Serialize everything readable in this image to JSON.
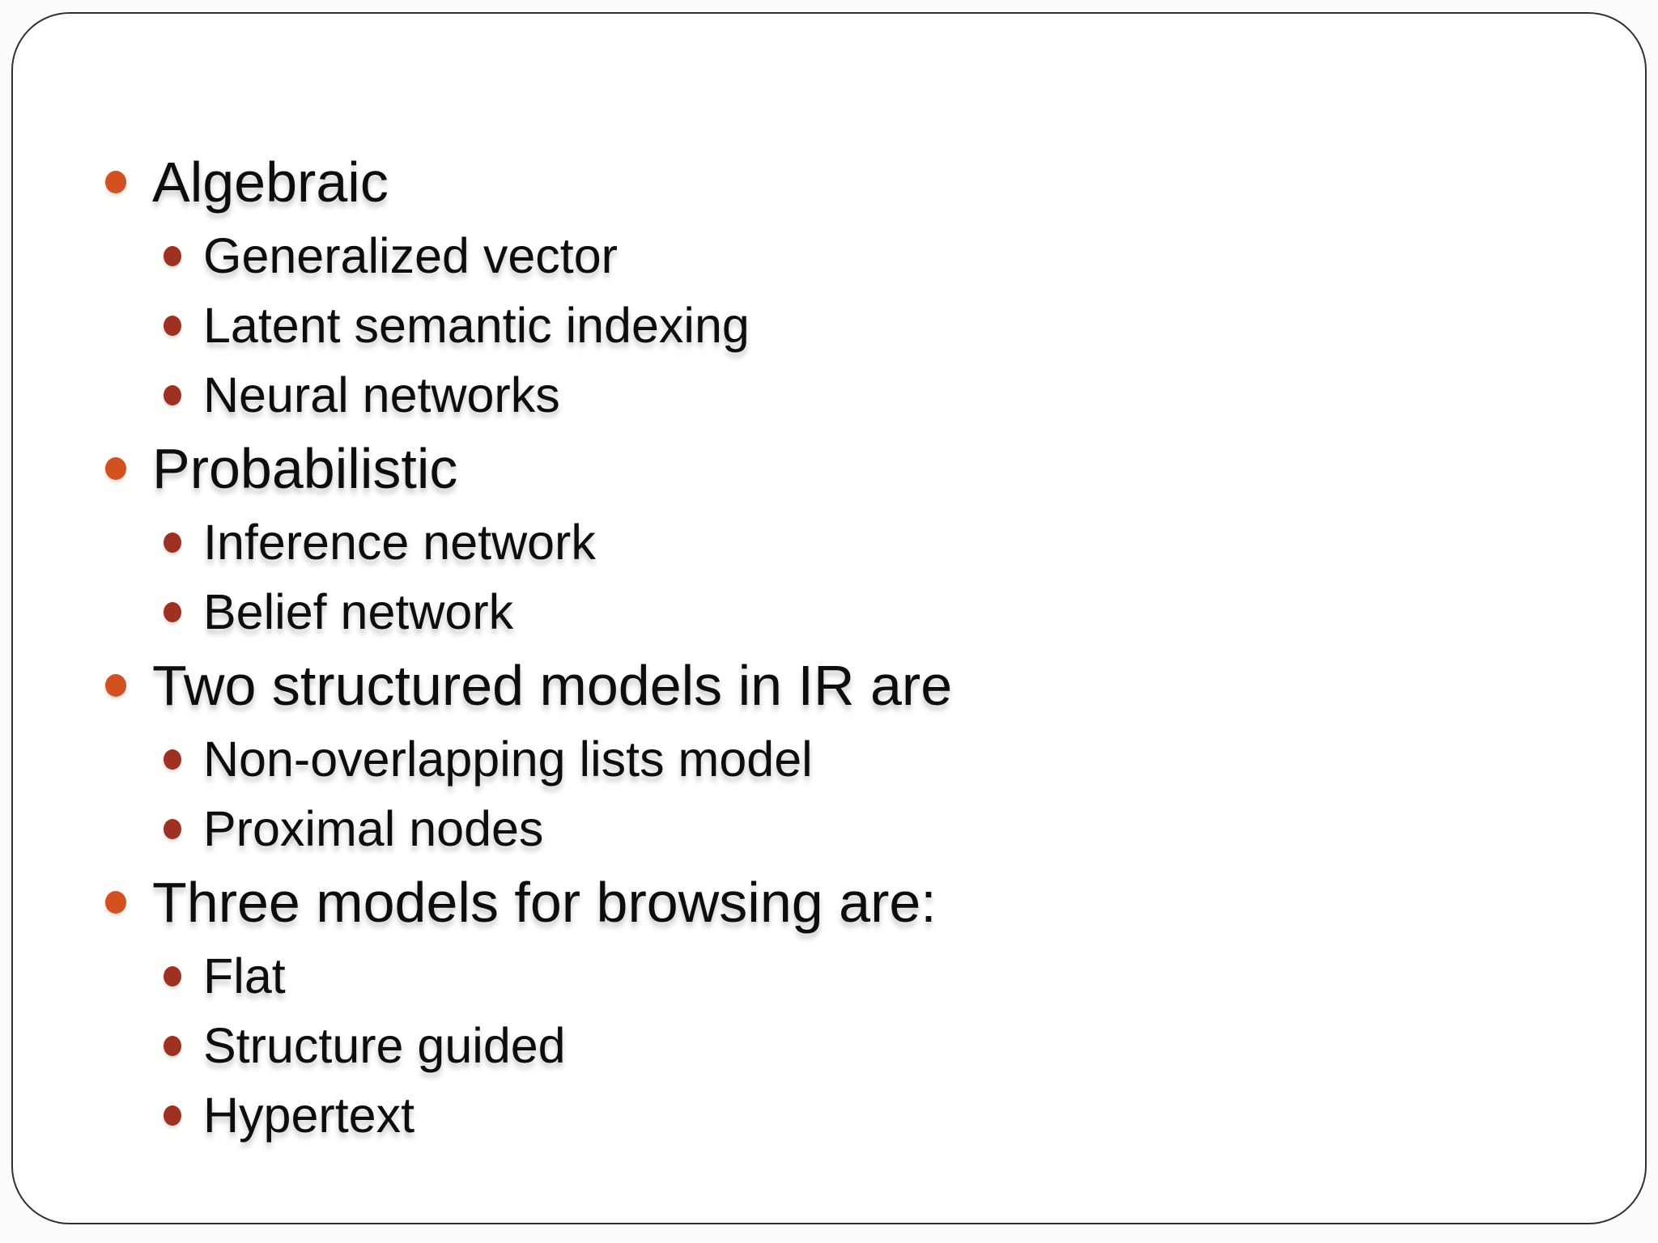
{
  "slide": {
    "colors": {
      "level1_bullet": "#d2511e",
      "level2_bullet": "#9e3122",
      "text": "#0d0d0d",
      "frame_border": "#303030",
      "background": "#fffffe"
    },
    "sections": [
      {
        "title": "Algebraic",
        "children": [
          "Generalized vector",
          "Latent semantic indexing",
          "Neural networks"
        ]
      },
      {
        "title": "Probabilistic",
        "children": [
          "Inference network",
          "Belief network"
        ]
      },
      {
        "title": "Two structured models in IR are",
        "children": [
          "Non-overlapping lists model",
          "Proximal nodes"
        ]
      },
      {
        "title": "Three models for browsing are:",
        "children": [
          "Flat",
          "Structure guided",
          "Hypertext"
        ]
      }
    ]
  }
}
